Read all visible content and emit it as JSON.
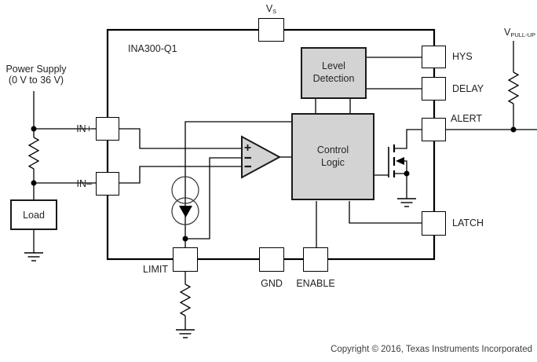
{
  "header": {
    "chip_name": "INA300-Q1"
  },
  "external": {
    "power_supply_line1": "Power Supply",
    "power_supply_line2": "(0 V to 36 V)",
    "load": "Load",
    "vs": {
      "main": "V",
      "sub": "S"
    },
    "vpullup": {
      "main": "V",
      "sub": "PULL-UP"
    }
  },
  "pins": {
    "in_plus": "IN+",
    "in_minus": "IN–",
    "hys": "HYS",
    "delay": "DELAY",
    "alert": "ALERT",
    "latch": "LATCH",
    "limit": "LIMIT",
    "gnd": "GND",
    "enable": "ENABLE"
  },
  "blocks": {
    "level_detection": {
      "line1": "Level",
      "line2": "Detection"
    },
    "control_logic": {
      "line1": "Control",
      "line2": "Logic"
    }
  },
  "footer": {
    "copyright": "Copyright © 2016, Texas Instruments Incorporated"
  },
  "colors": {
    "background": "#ffffff",
    "wire": "#000000",
    "block_fill": "#d3d3d3",
    "text": "#1f1f1f"
  }
}
